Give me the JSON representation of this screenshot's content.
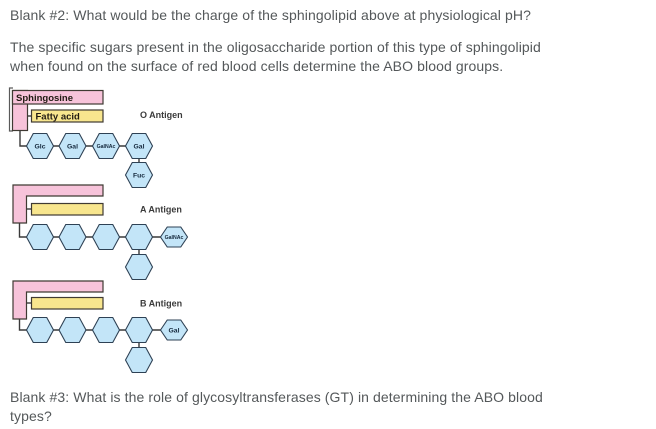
{
  "texts": {
    "blank2": "Blank #2: What would be the charge of the sphingolipid above at physiological pH?",
    "paragraph_line1": "The specific sugars present in the oligosaccharide portion of this type of sphingolipid",
    "paragraph_line2": "when found on the surface of red blood cells determine the ABO blood groups.",
    "blank3_line1": "Blank #3: What is the role of glycosyltransferases (GT) in determining the ABO blood",
    "blank3_line2": "types?"
  },
  "diagram": {
    "o_antigen": {
      "label": "O Antigen",
      "sphingosine_label": "Sphingosine",
      "fatty_acid_label": "Fatty acid",
      "chain": [
        "Glc",
        "Gal",
        "GalNAc",
        "Gal"
      ],
      "branch_sugar": "Fuc"
    },
    "a_antigen": {
      "label": "A Antigen",
      "terminal_sugar": "GalNAc"
    },
    "b_antigen": {
      "label": "B Antigen",
      "terminal_sugar": "Gal"
    },
    "colors": {
      "sphingosine_pink": "#f7c3da",
      "fatty_acid_yellow": "#f8e68e",
      "sugar_blue": "#c3e5f8"
    }
  }
}
